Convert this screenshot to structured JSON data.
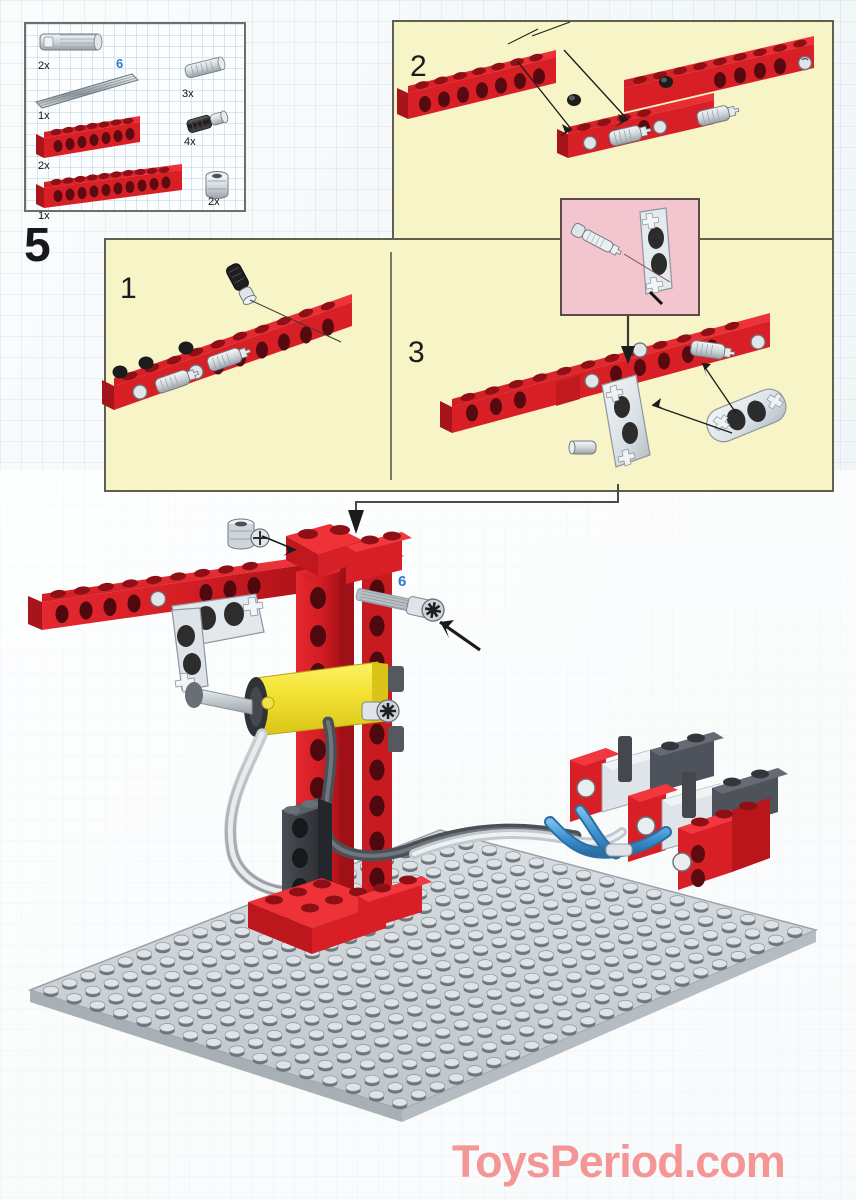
{
  "page": {
    "publication": "LEGO building instruction page",
    "main_step_number": "5",
    "watermark": "ToysPeriod.com",
    "background_color": "#f2f7f8",
    "panel_color": "#f7f4c8",
    "inset_color": "#f2c5cf",
    "accent_blue": "#2f79c9",
    "brick_red": "#d81f26",
    "watermark_color": "#f58e8e"
  },
  "parts_list": {
    "label": "parts-inventory",
    "callout_number": "6",
    "items": [
      {
        "name": "pneumatic-switch-valve",
        "quantity": "2x",
        "color": "#cfd6da"
      },
      {
        "name": "axle-long-grey",
        "quantity": "1x",
        "color": "#b9bfc4"
      },
      {
        "name": "technic-brick-1x8-red",
        "quantity": "2x",
        "color": "#d81f26"
      },
      {
        "name": "technic-brick-1x12-red",
        "quantity": "1x",
        "color": "#d81f26"
      },
      {
        "name": "connector-pin-long",
        "quantity": "3x",
        "color": "#d4dade"
      },
      {
        "name": "axle-pin-black",
        "quantity": "4x",
        "color": "#2b2b2b"
      },
      {
        "name": "bushing-grey",
        "quantity": "2x",
        "color": "#c9cfd4"
      }
    ]
  },
  "steps": [
    {
      "number": "1",
      "name": "step-1-panel",
      "description": "Attach black axle pins and connector pins to the red 1x12 technic brick"
    },
    {
      "number": "2",
      "name": "step-2-panel",
      "description": "Join the two red technic bricks together with black axle pins"
    },
    {
      "number": "3",
      "name": "step-3-panel",
      "description": "Attach grey liftarms to the assembled red beams with connector pins"
    }
  ],
  "inset": {
    "name": "detail-callout-pink",
    "description": "Close-up of connector pin inserting into the grey liftarm hole"
  },
  "main_figure": {
    "name": "main-assembly-illustration",
    "callout_number": "6",
    "description": "Completed crane model: red technic frame on grey baseplate with yellow pneumatic cylinder, blue and grey air tubing and pneumatic valves",
    "elements": [
      {
        "name": "grey-baseplate",
        "color": "#c9ced2"
      },
      {
        "name": "red-technic-tower",
        "color": "#d81f26"
      },
      {
        "name": "yellow-pneumatic-cylinder",
        "color": "#f2e03c"
      },
      {
        "name": "grey-air-tube",
        "color": "#c2c8cc"
      },
      {
        "name": "blue-air-tube",
        "color": "#3f93d2"
      },
      {
        "name": "dark-grey-brick",
        "color": "#3a3d42"
      },
      {
        "name": "grey-liftarm",
        "color": "#dfe4e8"
      },
      {
        "name": "bushing-insert-arrow",
        "color": "#2b2b2b"
      }
    ]
  }
}
